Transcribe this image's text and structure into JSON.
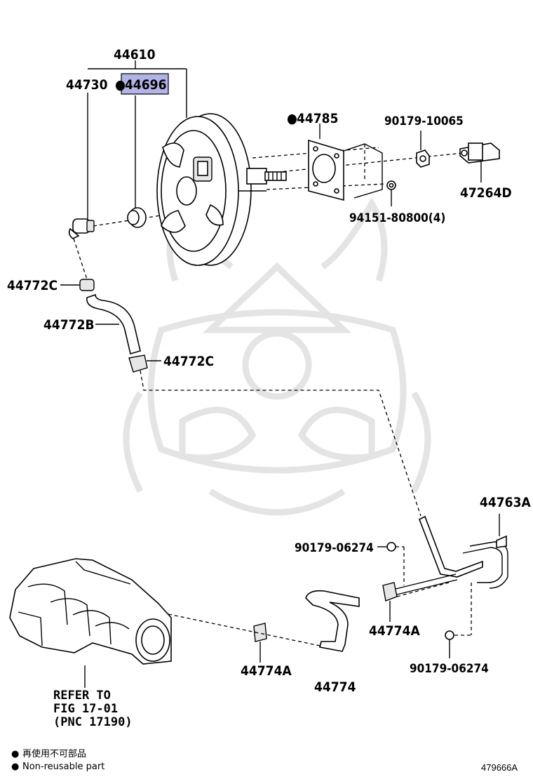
{
  "parts": {
    "p44610": "44610",
    "p44730": "44730",
    "p44696": "44696",
    "p44785": "44785",
    "p90179_10065": "90179-10065",
    "p47264D": "47264D",
    "p94151": "94151-80800(4)",
    "p44772C_top": "44772C",
    "p44772B": "44772B",
    "p44772C_bottom": "44772C",
    "p44763A": "44763A",
    "p90179_06274_top": "90179-06274",
    "p44774A_right": "44774A",
    "p90179_06274_bottom": "90179-06274",
    "p44774A_left": "44774A",
    "p44774": "44774"
  },
  "marks": {
    "non_reusable_symbol": "●"
  },
  "reference": {
    "line1": "REFER TO",
    "line2": "FIG 17-01",
    "line3": "(PNC 17190)"
  },
  "legend": {
    "symbol": "●",
    "japanese": "再使用不可部品",
    "english": "Non-reusable part"
  },
  "drawing_number": "479666A",
  "colors": {
    "highlight": "#b3b3e6",
    "line": "#000000",
    "watermark": "#e4e4e4"
  }
}
